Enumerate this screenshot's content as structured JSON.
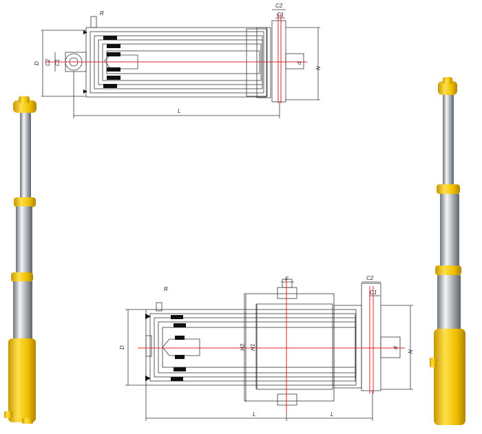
{
  "top_drawing": {
    "labels": {
      "R": "R",
      "C2": "C2",
      "C1": "C1",
      "D": "D",
      "C2_left": "C2",
      "C1_left": "C1",
      "d": "d",
      "N": "N",
      "L": "L"
    }
  },
  "bottom_drawing": {
    "labels": {
      "R": "R",
      "F": "F",
      "C2": "C2",
      "C1": "C1",
      "D": "D",
      "H2": "H2",
      "H1": "H1",
      "d": "d",
      "N": "N",
      "L_left": "L",
      "L_right": "L"
    }
  },
  "colors": {
    "body": "#f2c400",
    "chrome": "#cfd4d8",
    "axis": "#e02020",
    "seal": "#111111",
    "line": "#333333"
  }
}
